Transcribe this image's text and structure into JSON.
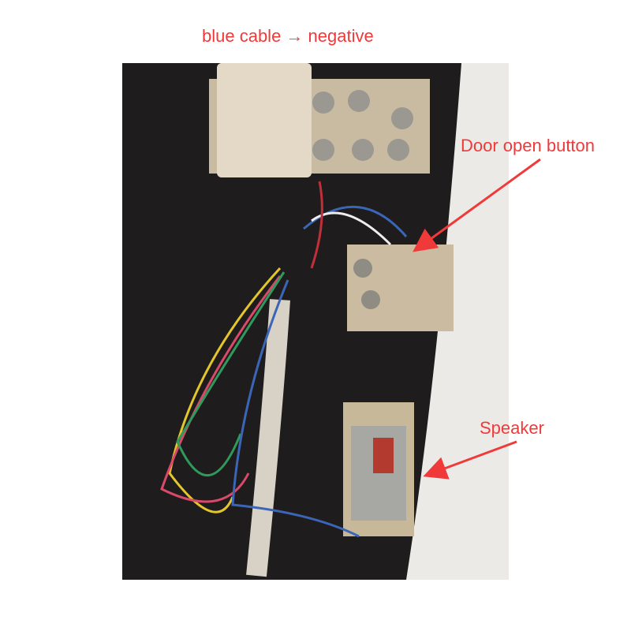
{
  "annotations": {
    "title": "blue cable → negative",
    "door_button": "Door open button",
    "speaker": "Speaker"
  },
  "colors": {
    "annotation": "#f03a3a"
  }
}
